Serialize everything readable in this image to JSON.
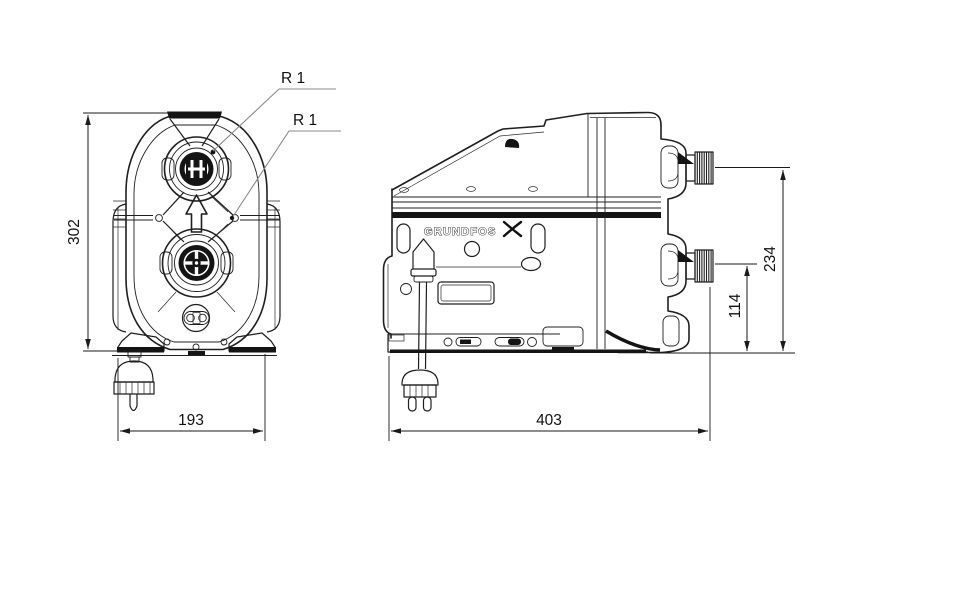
{
  "front_view": {
    "port_radius_label_1": "R 1",
    "port_radius_label_2": "R 1",
    "dim_height": "302",
    "dim_width": "193"
  },
  "side_view": {
    "brand": "GRUNDFOS",
    "dim_length": "403",
    "dim_top_port_height": "234",
    "dim_bottom_port_height": "114"
  },
  "colors": {
    "line": "#1f1f1f",
    "leader": "#8a8a8a",
    "background": "#ffffff"
  }
}
